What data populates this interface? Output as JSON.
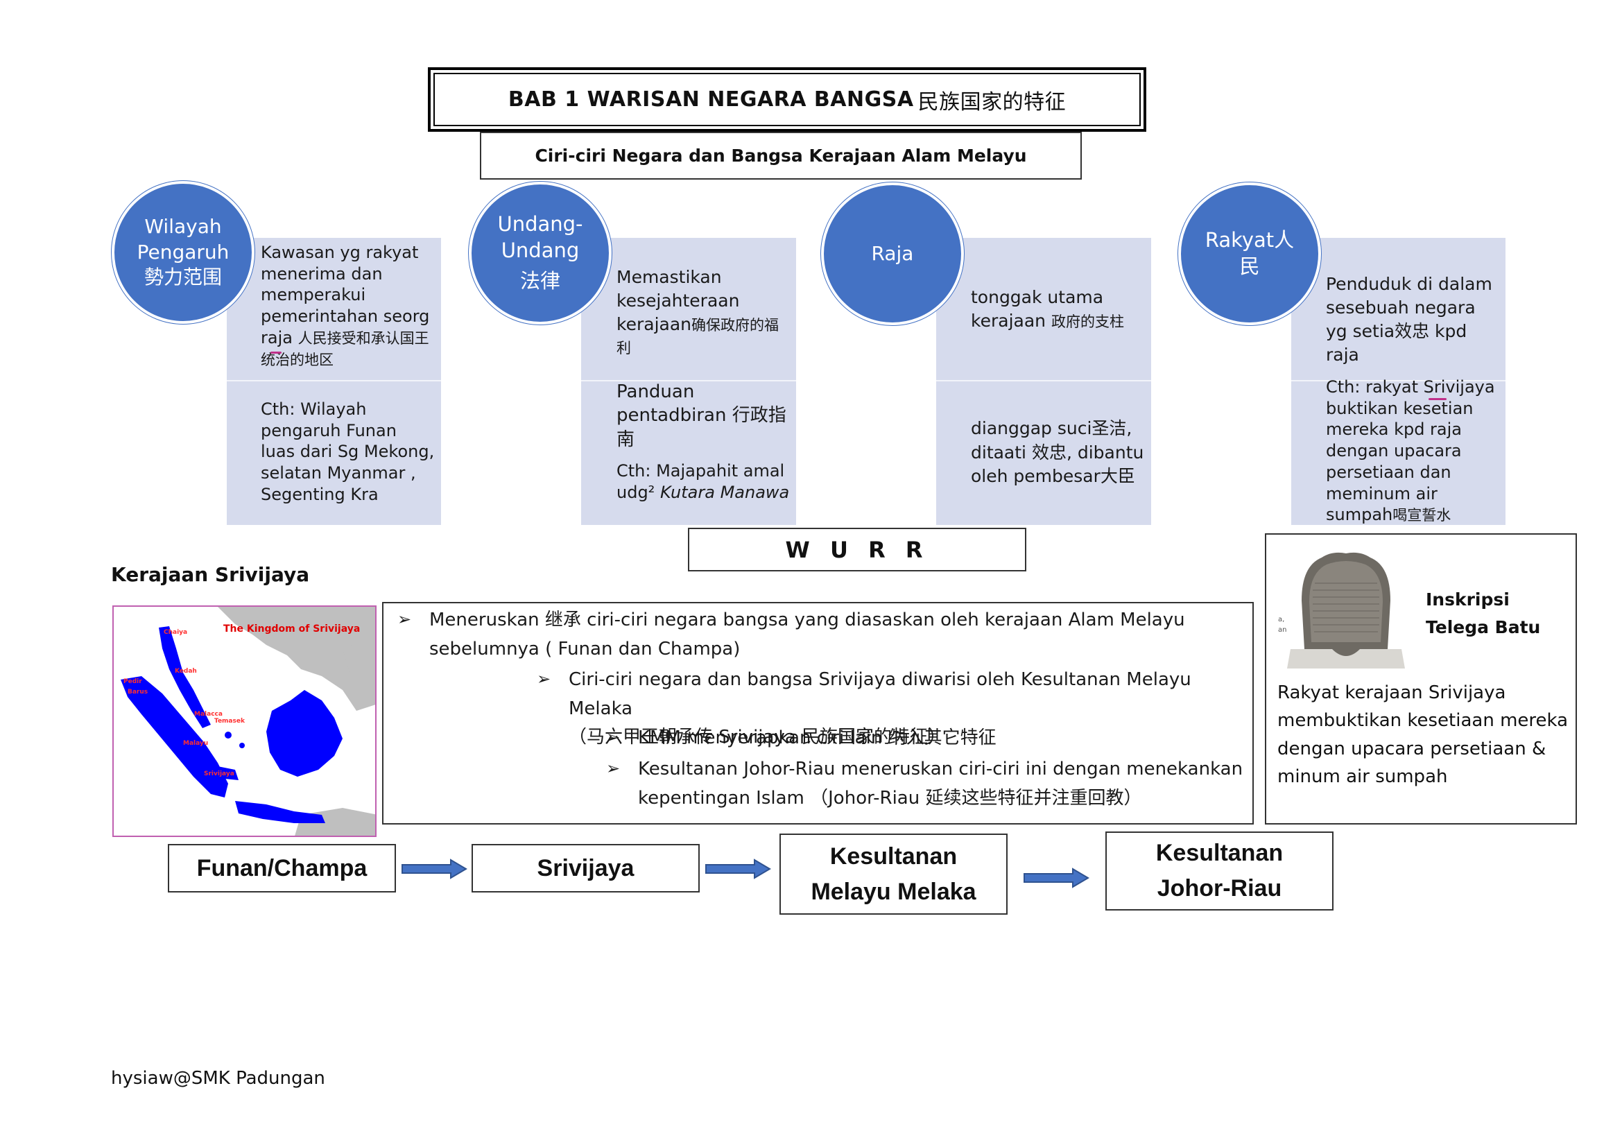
{
  "header": {
    "title": "BAB 1  WARISAN  NEGARA  BANGSA",
    "title_cn": "民族国家的特征",
    "subtitle": "Ciri-ciri Negara dan Bangsa Kerajaan Alam Melayu"
  },
  "columns": [
    {
      "circle_lines": [
        "Wilayah",
        "Pengaruh",
        "勢力范围"
      ],
      "top_text": "Kawasan yg rakyat menerima dan memperakui pemerintahan seorg raja",
      "top_text_cn": "人民接受和承认国王统治的地区",
      "bottom_text": "Cth: Wilayah pengaruh Funan luas dari Sg Mekong, selatan Myanmar , Segenting Kra"
    },
    {
      "circle_lines": [
        "Undang-",
        "Undang",
        "法律"
      ],
      "top_text": "Memastikan kesejahteraan kerajaan",
      "top_text_cn": "确保政府的福利",
      "bottom_text": "Panduan pentadbiran",
      "bottom_text_cn": "行政指南",
      "bottom_example": "Cth: Majapahit amal udg²",
      "bottom_example_italic": "Kutara Manawa"
    },
    {
      "circle_lines": [
        "Raja"
      ],
      "top_text": "tonggak utama kerajaan",
      "top_text_cn": "政府的支柱",
      "bottom_text": "dianggap suci圣洁, ditaati 效忠, dibantu oleh pembesar大臣"
    },
    {
      "circle_lines": [
        "Rakyat人",
        "民"
      ],
      "top_text": "Penduduk di dalam sesebuah negara yg setia效忠 kpd raja",
      "bottom_text": "Cth: rakyat Srivijaya buktikan kesetian mereka kpd raja dengan upacara persetiaan dan meminum air sumpah",
      "bottom_text_cn": "喝宣誓水"
    }
  ],
  "wurr": "W U R R",
  "srivijaya": {
    "heading": "Kerajaan Srivijaya",
    "map_title": "The Kingdom of Srivijaya",
    "map_places": [
      "Chaiya",
      "Kedah",
      "Pedir",
      "Barus",
      "Malacca",
      "Temasek",
      "Malayu",
      "Srivijaya"
    ]
  },
  "bullets": [
    {
      "level": 1,
      "text": "Meneruskan 继承 ciri-ciri negara bangsa yang diasaskan oleh kerajaan Alam Melayu",
      "text2": "sebelumnya ( Funan dan Champa)"
    },
    {
      "level": 2,
      "text": "Ciri-ciri negara dan bangsa Srivijaya diwarisi oleh Kesultanan Melayu Melaka",
      "text2": "（马六甲王朝承传 Srivijaya 民族国家的特征）"
    },
    {
      "level": 3,
      "text": "KMM menyerapkan ciri lain 纳入其它特征"
    },
    {
      "level": 3,
      "text": "Kesultanan Johor-Riau meneruskan ciri-ciri ini dengan menekankan",
      "text2": "kepentingan Islam （Johor-Riau 延续这些特征并注重回教）"
    }
  ],
  "inscription": {
    "title_line1": "Inskripsi",
    "title_line2": "Telega Batu",
    "description": "Rakyat kerajaan Srivijaya membuktikan kesetiaan mereka dengan upacara persetiaan & minum air sumpah"
  },
  "flow": [
    "Funan/Champa",
    "Srivijaya",
    "Kesultanan Melayu Melaka",
    "Kesultanan Johor-Riau"
  ],
  "footer": "hysiaw@SMK Padungan",
  "colors": {
    "circle": "#4472c4",
    "panel": "#d6dbed",
    "arrow": "#4472c4",
    "map_land": "#0000ff",
    "map_other": "#bfbfbf"
  }
}
